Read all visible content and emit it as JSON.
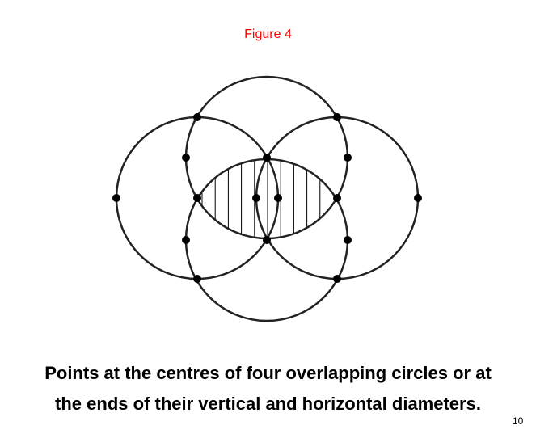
{
  "figure_title": "Figure 4",
  "caption": {
    "line1": "Points at the centres of four overlapping circles or at",
    "line2": "the ends of their vertical and horizontal diameters."
  },
  "page_number": "10",
  "colors": {
    "title": "#ff0000",
    "stroke": "#222222"
  }
}
